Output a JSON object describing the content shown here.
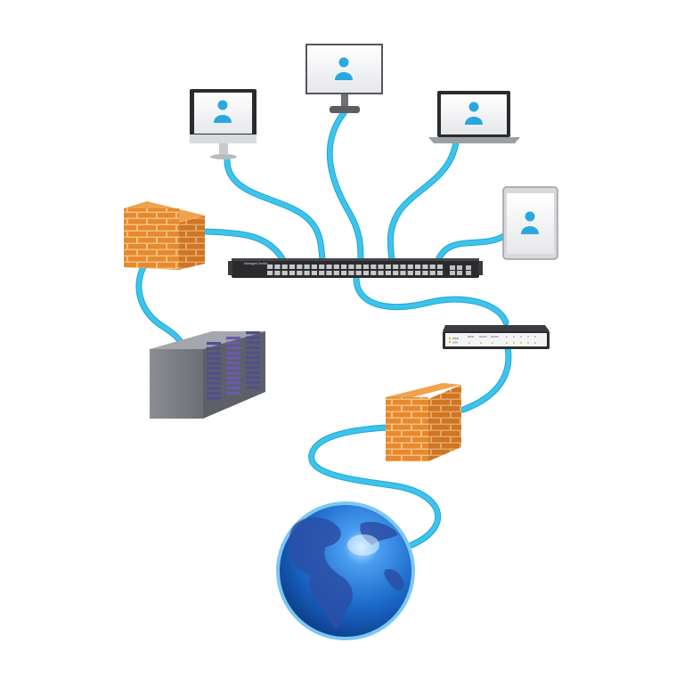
{
  "diagram": {
    "switch": {
      "brand_label": "Managed Switch",
      "center_label": "",
      "port_count_top": 24,
      "port_count_bottom": 24,
      "sfp_ports": 4
    },
    "router": {
      "labels": [
        "WAN",
        "WLAN",
        "WLAN"
      ],
      "port_labels": [
        "1",
        "2",
        "3",
        "4",
        "5"
      ],
      "status_labels": [
        "PWR",
        "LAN"
      ]
    },
    "devices": [
      {
        "id": "desktop-left",
        "icon": "user-icon"
      },
      {
        "id": "monitor-center",
        "icon": "user-icon"
      },
      {
        "id": "laptop-right",
        "icon": "user-icon"
      },
      {
        "id": "tablet-right",
        "icon": "user-icon"
      }
    ],
    "colors": {
      "cable": "#3ec3ea",
      "cable_dark": "#1ea7d6",
      "brick": "#e7892f",
      "brick_mortar": "#f4c07d",
      "screen_icon": "#29a8e0",
      "server": "#7b7e85",
      "globe_ocean": "#1b68c9",
      "globe_land": "#2b4fa6",
      "switch_body": "#2b2b2d"
    }
  }
}
